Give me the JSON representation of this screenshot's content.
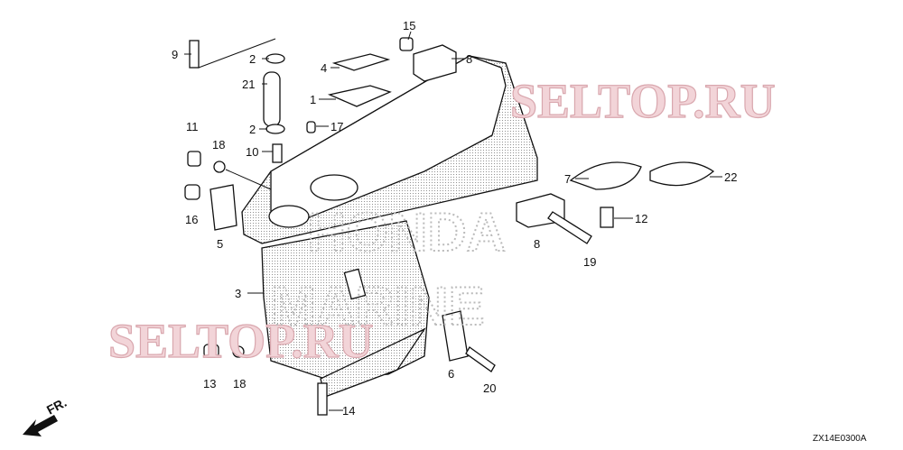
{
  "diagram": {
    "callouts": [
      {
        "id": "9",
        "num": "9"
      },
      {
        "id": "2a",
        "num": "2"
      },
      {
        "id": "15",
        "num": "15"
      },
      {
        "id": "4",
        "num": "4"
      },
      {
        "id": "8a",
        "num": "8"
      },
      {
        "id": "21",
        "num": "21"
      },
      {
        "id": "1",
        "num": "1"
      },
      {
        "id": "2b",
        "num": "2"
      },
      {
        "id": "17",
        "num": "17"
      },
      {
        "id": "11",
        "num": "11"
      },
      {
        "id": "18a",
        "num": "18"
      },
      {
        "id": "10",
        "num": "10"
      },
      {
        "id": "7",
        "num": "7"
      },
      {
        "id": "22",
        "num": "22"
      },
      {
        "id": "16",
        "num": "16"
      },
      {
        "id": "5",
        "num": "5"
      },
      {
        "id": "8b",
        "num": "8"
      },
      {
        "id": "12",
        "num": "12"
      },
      {
        "id": "19",
        "num": "19"
      },
      {
        "id": "3",
        "num": "3"
      },
      {
        "id": "13",
        "num": "13"
      },
      {
        "id": "18b",
        "num": "18"
      },
      {
        "id": "6",
        "num": "6"
      },
      {
        "id": "20",
        "num": "20"
      },
      {
        "id": "14",
        "num": "14"
      }
    ],
    "front_label": "FR.",
    "diagram_code": "ZX14E0300A",
    "watermarks": [
      "SELTOP.RU",
      "SELTOP.RU",
      "HONDA",
      "MARINE"
    ]
  }
}
